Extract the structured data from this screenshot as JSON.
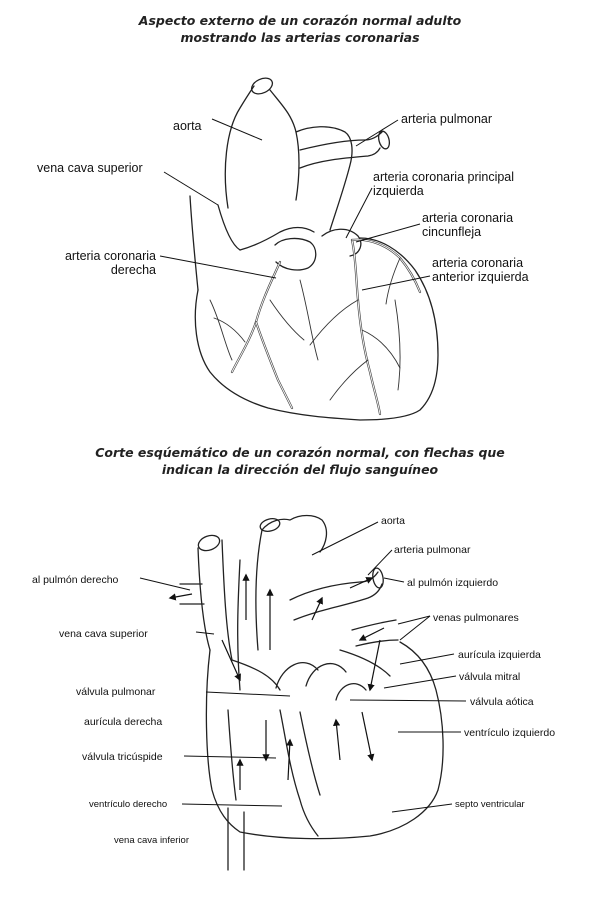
{
  "top_title": {
    "line1": "Aspecto externo de un corazón normal adulto",
    "line2": "mostrando las arterias coronarias"
  },
  "top_labels": {
    "aorta": "aorta",
    "arteria_pulmonar": "arteria pulmonar",
    "vena_cava_superior": "vena cava superior",
    "coronaria_principal_izq_1": "arteria coronaria principal",
    "coronaria_principal_izq_2": "izquierda",
    "circunfleja_1": "arteria coronaria",
    "circunfleja_2": "cincunfleja",
    "coronaria_derecha_1": "arteria coronaria",
    "coronaria_derecha_2": "derecha",
    "anterior_izq_1": "arteria coronaria",
    "anterior_izq_2": "anterior izquierda"
  },
  "bottom_title": {
    "line1": "Corte esqúemático de un corazón normal, con flechas que",
    "line2": "indican la dirección del flujo sanguíneo"
  },
  "bottom_labels": {
    "aorta": "aorta",
    "arteria_pulmonar": "arteria pulmonar",
    "pulmon_derecho": "al pulmón derecho",
    "pulmon_izquierdo": "al pulmón izquierdo",
    "venas_pulmonares": "venas pulmonares",
    "vena_cava_superior": "vena cava superior",
    "auricula_izquierda": "aurícula izquierda",
    "valvula_mitral": "válvula mitral",
    "valvula_pulmonar": "válvula pulmonar",
    "valvula_aotica": "válvula aótica",
    "auricula_derecha": "aurícula derecha",
    "ventriculo_izquierdo": "ventrículo izquierdo",
    "valvula_tricuspide": "válvula tricúspide",
    "ventriculo_derecho": "ventrículo derecho",
    "septo_ventricular": "septo ventricular",
    "vena_cava_inferior": "vena cava inferior"
  }
}
